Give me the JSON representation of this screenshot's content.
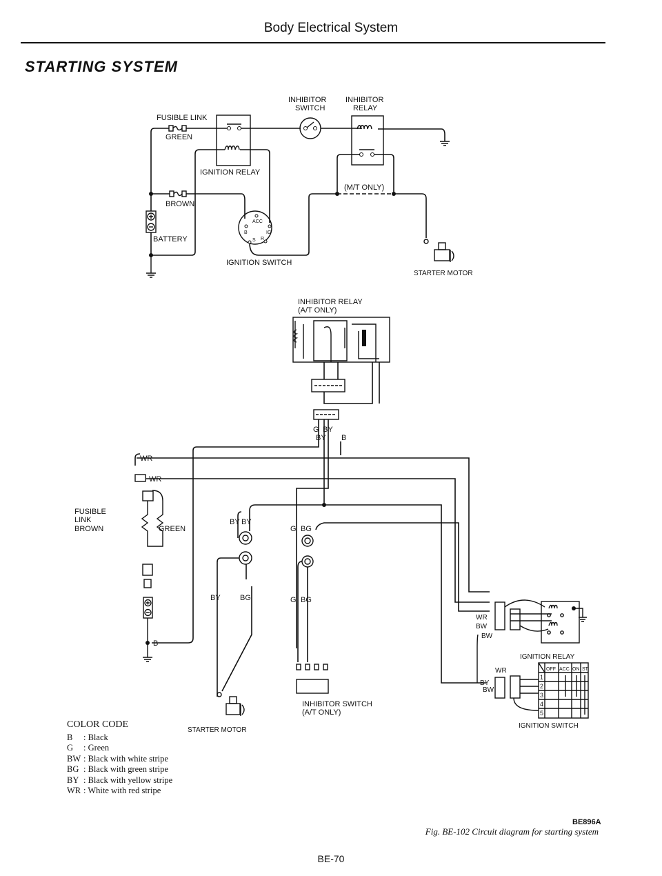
{
  "header": {
    "title": "Body Electrical System",
    "section": "STARTING SYSTEM"
  },
  "top": {
    "fusible_link": "FUSIBLE LINK",
    "green": "GREEN",
    "brown": "BROWN",
    "battery": "BATTERY",
    "ignition_relay": "IGNITION RELAY",
    "inhibitor_switch_1": "INHIBITOR",
    "inhibitor_switch_2": "SWITCH",
    "inhibitor_relay_1": "INHIBITOR",
    "inhibitor_relay_2": "RELAY",
    "mt_only": "(M/T ONLY)",
    "ignition_switch": "IGNITION SWITCH",
    "starter_motor": "STARTER MOTOR",
    "sw_acc": "ACC",
    "sw_b": "B",
    "sw_ig": "IG",
    "sw_s": "S",
    "sw_r": "R"
  },
  "bottom": {
    "inhibitor_relay_1": "INHIBITOR RELAY",
    "inhibitor_relay_2": "(A/T ONLY)",
    "wr": "WR",
    "bw": "BW",
    "by": "BY",
    "bg": "BG",
    "g": "G",
    "b": "B",
    "fusible_link_1": "FUSIBLE",
    "fusible_link_2": "LINK",
    "brown": "BROWN",
    "green": "GREEN",
    "starter_motor": "STARTER MOTOR",
    "inhibitor_switch_1": "INHIBITOR SWITCH",
    "inhibitor_switch_2": "(A/T ONLY)",
    "ignition_relay": "IGNITION RELAY",
    "ignition_switch": "IGNITION SWITCH",
    "switch_table": {
      "headers": [
        "OFF",
        "ACC",
        "ON",
        "ST"
      ],
      "rows": [
        "1",
        "2",
        "3",
        "4",
        "5"
      ]
    }
  },
  "color_code": {
    "title": "COLOR CODE",
    "items": [
      {
        "code": "B",
        "desc": ": Black"
      },
      {
        "code": "G",
        "desc": ": Green"
      },
      {
        "code": "BW",
        "desc": ": Black with white stripe"
      },
      {
        "code": "BG",
        "desc": ": Black with green stripe"
      },
      {
        "code": "BY",
        "desc": ": Black with yellow stripe"
      },
      {
        "code": "WR",
        "desc": ": White with red stripe"
      }
    ]
  },
  "caption": {
    "code": "BE896A",
    "text": "Fig. BE-102  Circuit diagram for starting system"
  },
  "footer": {
    "page": "BE-70"
  }
}
